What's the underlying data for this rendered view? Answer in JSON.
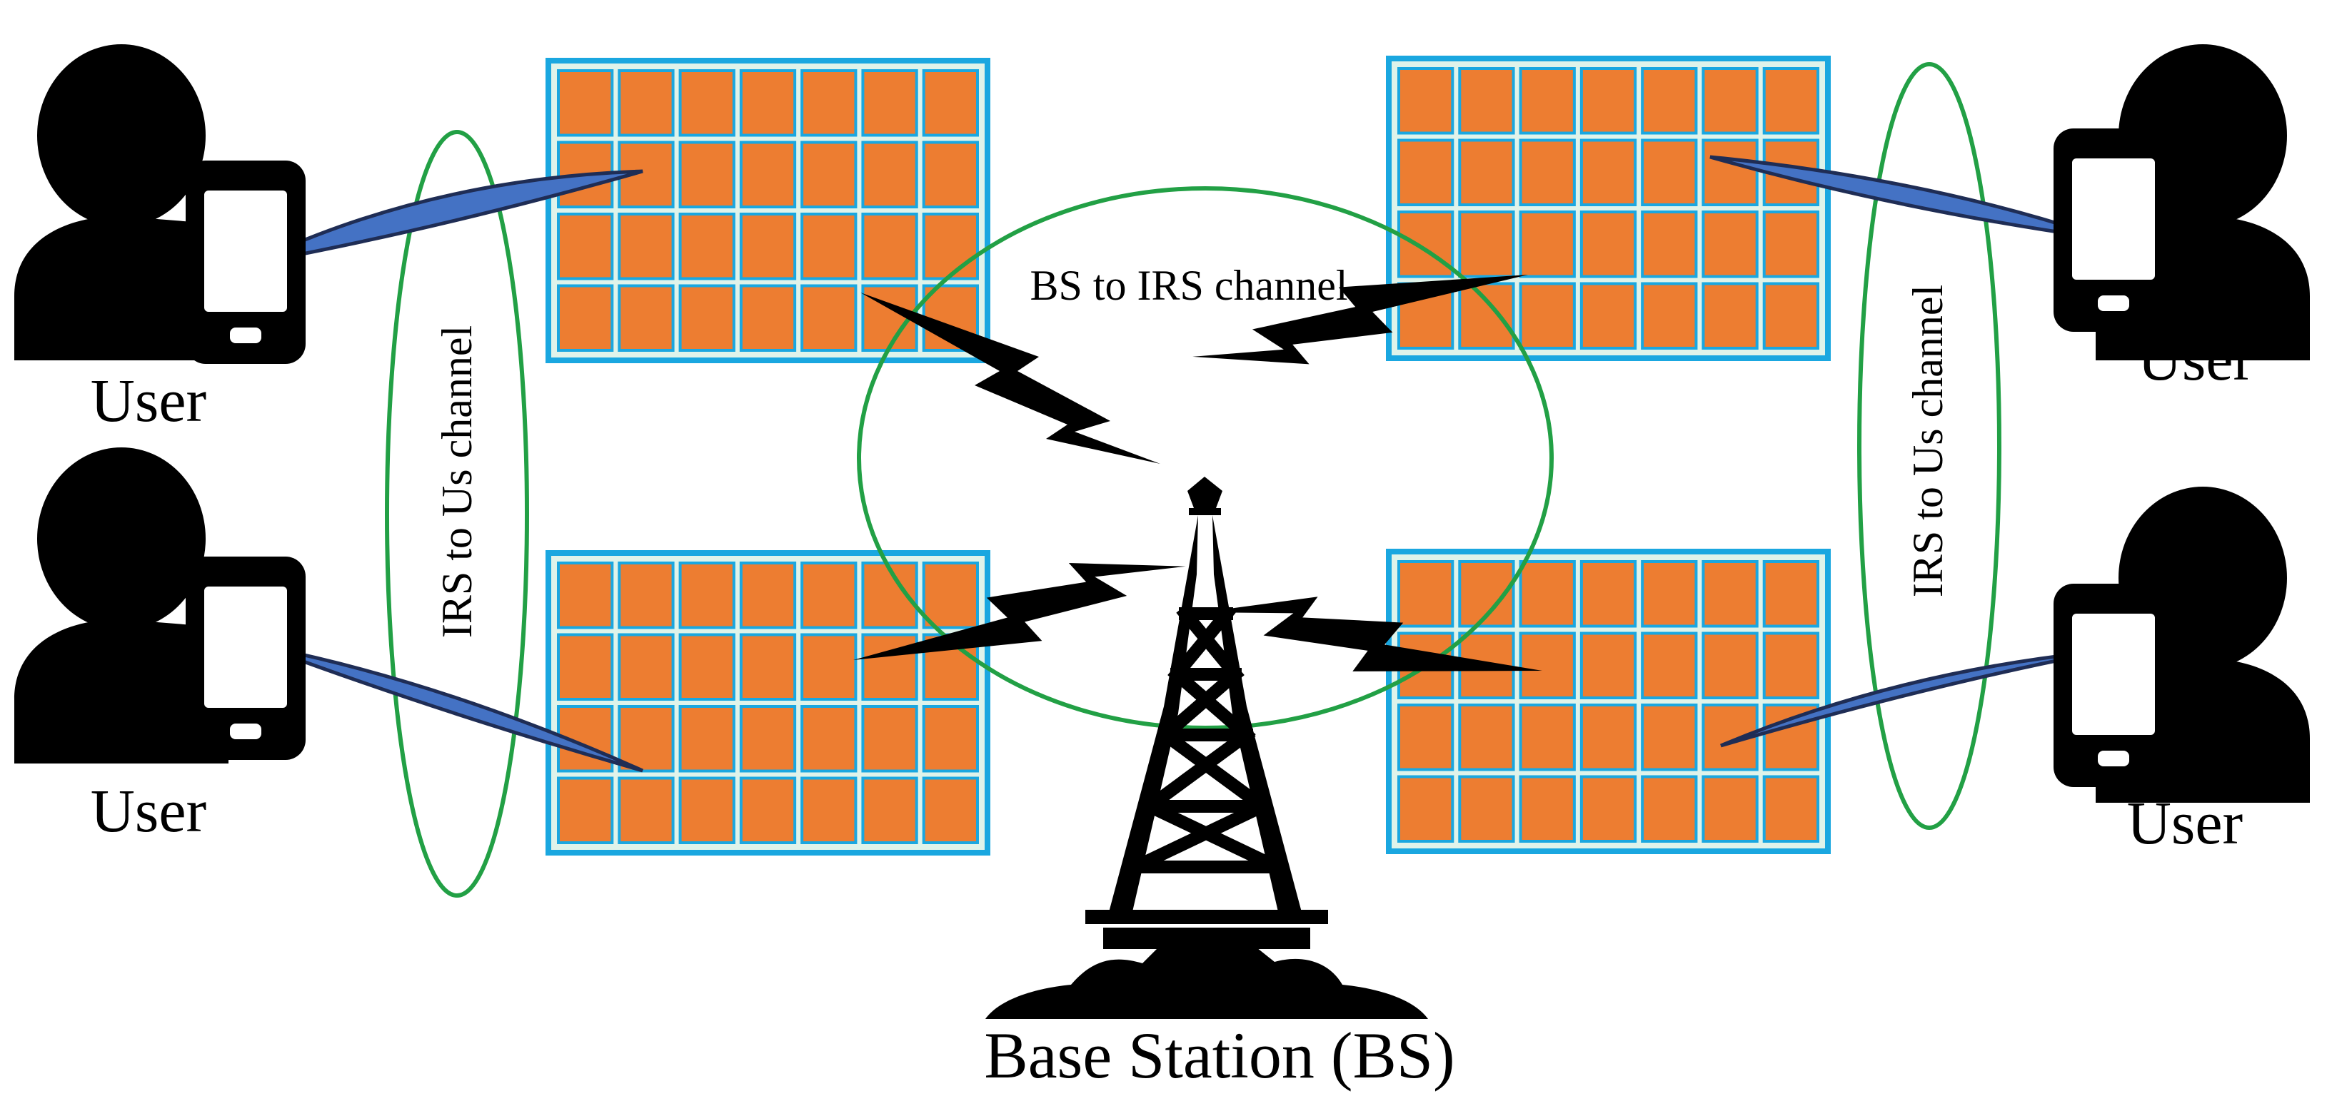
{
  "labels": {
    "user_top_left": "User",
    "user_bottom_left": "User",
    "user_top_right": "User",
    "user_bottom_right": "User",
    "irs_to_us_left": "IRS to Us channel",
    "irs_to_us_right": "IRS to Us channel",
    "bs_to_irs": "BS to IRS channel",
    "base_station": "Base Station (BS)"
  },
  "irs_panels": {
    "rows": 4,
    "columns": 7
  },
  "colors": {
    "panel_border": "#1aa7e0",
    "panel_background": "#dff3ea",
    "element": "#ed7d31",
    "channel_ellipse": "#22a045",
    "beam_fill": "#4472c4",
    "beam_outline": "#1f2d55",
    "icon": "#000000"
  },
  "icons": [
    "user-icon",
    "smartphone-icon",
    "lightning-bolt-icon",
    "tower-icon"
  ]
}
